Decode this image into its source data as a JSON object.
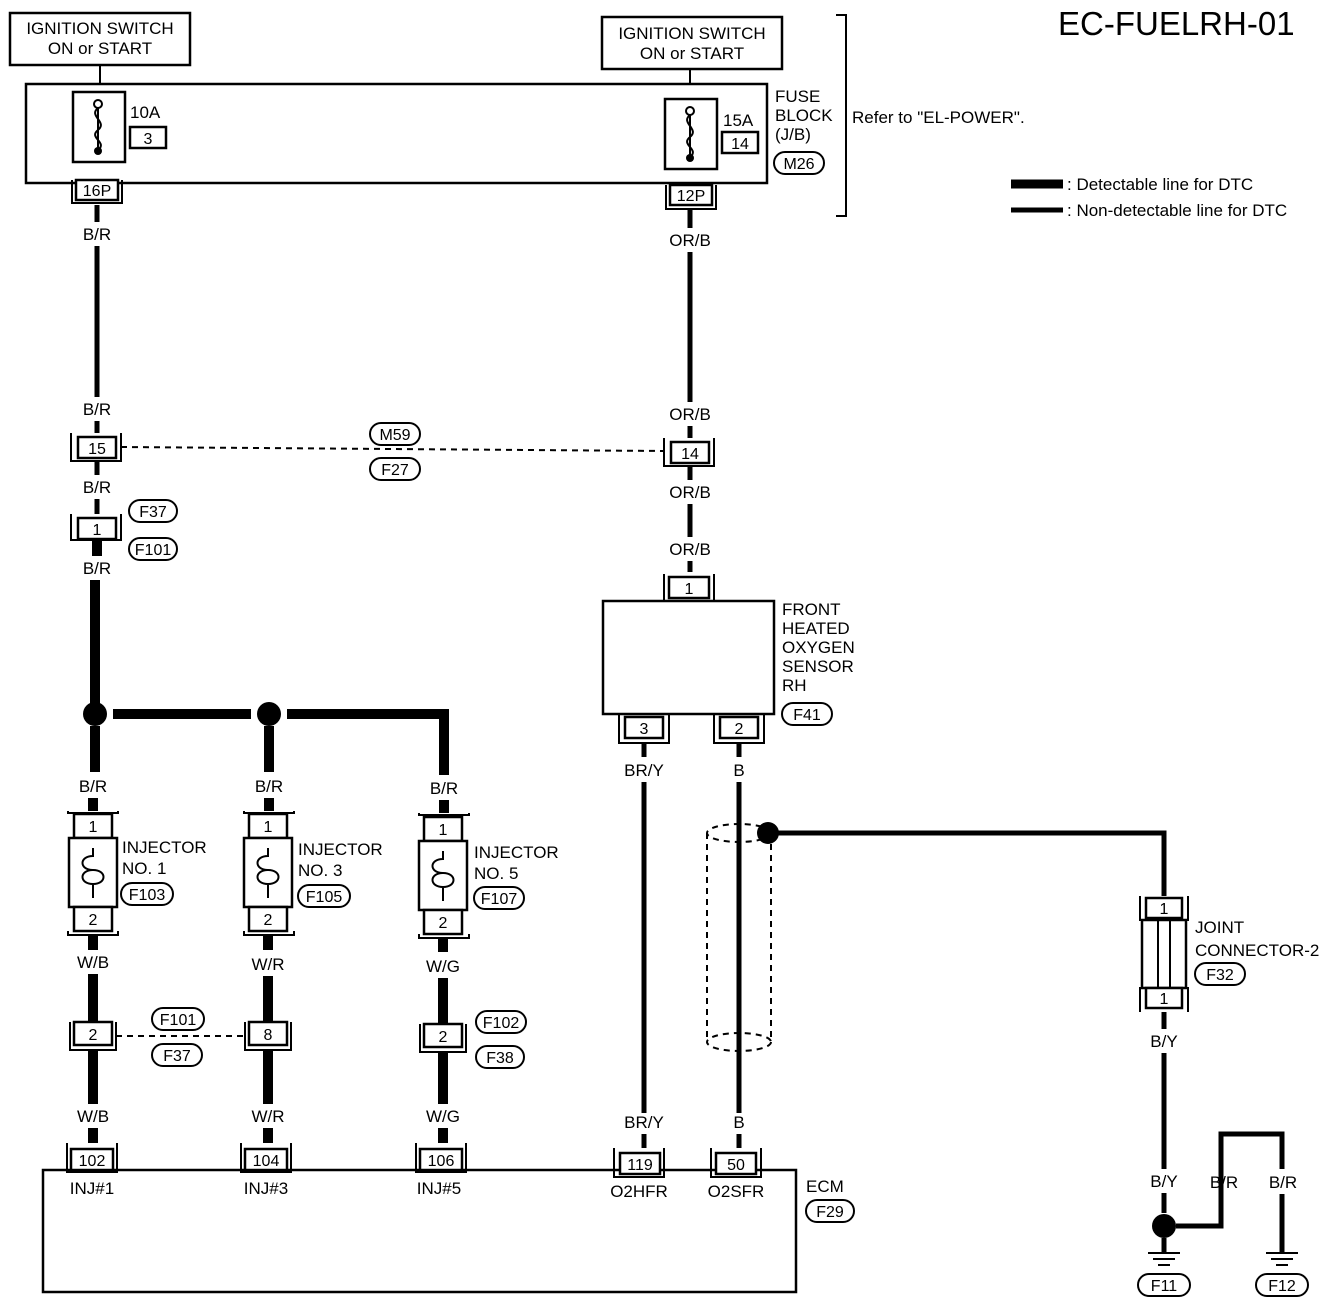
{
  "diagram_id": "EC-FUELRH-01",
  "power_sources": [
    {
      "line1": "IGNITION SWITCH",
      "line2": "ON or START"
    },
    {
      "line1": "IGNITION SWITCH",
      "line2": "ON or START"
    }
  ],
  "fuse_block": {
    "label_lines": [
      "FUSE",
      "BLOCK",
      "(J/B)"
    ],
    "connector": "M26",
    "reference": "Refer to \"EL-POWER\".",
    "fuses": [
      {
        "rating": "10A",
        "number": "3",
        "terminal": "16P"
      },
      {
        "rating": "15A",
        "number": "14",
        "terminal": "12P"
      }
    ]
  },
  "legend": {
    "detectable": ": Detectable line for DTC",
    "non_detectable": ": Non-detectable line for DTC"
  },
  "wire_colors": {
    "b_r": "B/R",
    "or_b": "OR/B",
    "w_b": "W/B",
    "w_r": "W/R",
    "w_g": "W/G",
    "br_y": "BR/Y",
    "b": "B",
    "b_y": "B/Y"
  },
  "harness_connector": {
    "pin_left": "15",
    "pin_right": "14",
    "code_top": "M59",
    "code_bottom": "F27"
  },
  "connector_f37_f101": {
    "pin": "1",
    "code_top": "F37",
    "code_bottom": "F101"
  },
  "front_o2_sensor": {
    "label_lines": [
      "FRONT",
      "HEATED",
      "OXYGEN",
      "SENSOR",
      "RH"
    ],
    "connector": "F41",
    "pin_top": "1",
    "pin_signal": "3",
    "pin_ground": "2"
  },
  "injectors": [
    {
      "label1": "INJECTOR",
      "label2": "NO. 1",
      "connector": "F103",
      "pin_in": "1",
      "pin_out": "2"
    },
    {
      "label1": "INJECTOR",
      "label2": "NO. 3",
      "connector": "F105",
      "pin_in": "1",
      "pin_out": "2"
    },
    {
      "label1": "INJECTOR",
      "label2": "NO. 5",
      "connector": "F107",
      "pin_in": "1",
      "pin_out": "2"
    }
  ],
  "intermediate_connectors": {
    "pin_inj1": "2",
    "pin_inj3": "8",
    "code_top_13": "F101",
    "code_bottom_13": "F37",
    "pin_inj5": "2",
    "code_top_5": "F102",
    "code_bottom_5": "F38"
  },
  "ecm": {
    "label": "ECM",
    "connector": "F29",
    "terminals": [
      {
        "pin": "102",
        "name": "INJ#1"
      },
      {
        "pin": "104",
        "name": "INJ#3"
      },
      {
        "pin": "106",
        "name": "INJ#5"
      },
      {
        "pin": "119",
        "name": "O2HFR"
      },
      {
        "pin": "50",
        "name": "O2SFR"
      }
    ]
  },
  "joint_connector": {
    "label_lines": [
      "JOINT",
      "CONNECTOR-2"
    ],
    "connector": "F32",
    "pin_top": "1",
    "pin_bottom": "1"
  },
  "grounds": [
    "F11",
    "F12"
  ]
}
